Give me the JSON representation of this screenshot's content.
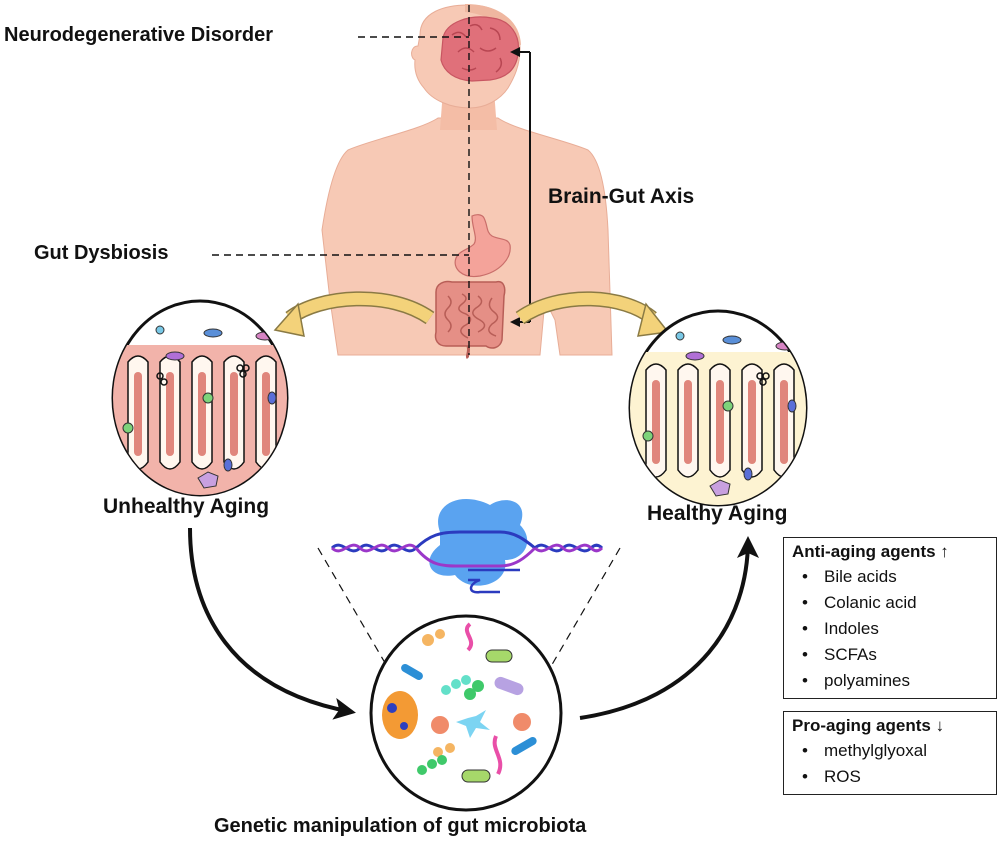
{
  "labels": {
    "neuro": "Neurodegenerative Disorder",
    "brain_gut": "Brain-Gut Axis",
    "dysbiosis": "Gut Dysbiosis",
    "unhealthy": "Unhealthy Aging",
    "healthy": "Healthy Aging",
    "manipulation": "Genetic manipulation of gut microbiota"
  },
  "anti_aging": {
    "title": "Anti-aging agents ↑",
    "items": [
      "Bile acids",
      "Colanic acid",
      "Indoles",
      "SCFAs",
      "polyamines"
    ]
  },
  "pro_aging": {
    "title": "Pro-aging agents ↓",
    "items": [
      "methylglyoxal",
      "ROS"
    ]
  },
  "icons": [
    "human-body-icon",
    "brain-icon",
    "stomach-icon",
    "intestine-icon",
    "gut-villi-icon",
    "crispr-dna-icon",
    "microbiota-icon"
  ],
  "colors": {
    "skin": "#f7c9b5",
    "brain": "#e0707a",
    "arrow_yellow": "#f3d27a",
    "unhealthy_bg": "#f2b3aa",
    "healthy_bg": "#fdf3d2",
    "dna_blue": "#2b3bbf",
    "dna_purple": "#9b37c9",
    "cas_blue": "#5aa3f0"
  }
}
